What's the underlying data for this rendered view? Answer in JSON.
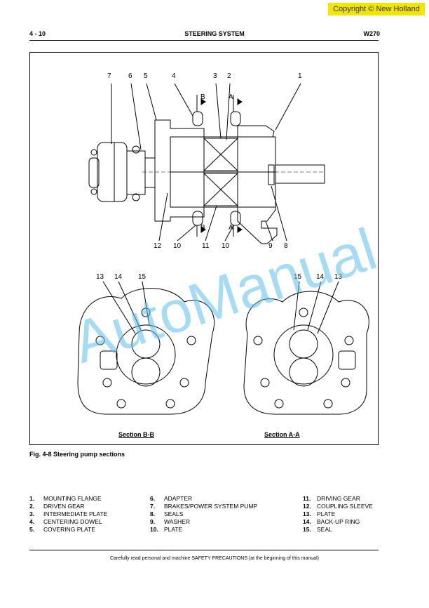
{
  "copyright": "Copyright © New Holland",
  "header": {
    "page": "4 - 10",
    "title": "STEERING SYSTEM",
    "model": "W270"
  },
  "figure": {
    "callouts_top": [
      "7",
      "6",
      "5",
      "4",
      "3",
      "2",
      "1"
    ],
    "callouts_bottom": [
      "12",
      "10",
      "11",
      "10",
      "9",
      "8"
    ],
    "section_markers": [
      "B",
      "A",
      "B",
      "A"
    ],
    "section_left": {
      "title": "Section B-B",
      "callouts": [
        "13",
        "14",
        "15"
      ]
    },
    "section_right": {
      "title": "Section A-A",
      "callouts": [
        "15",
        "14",
        "13"
      ]
    }
  },
  "caption": "Fig. 4-8   Steering pump sections",
  "legend": {
    "col1": [
      {
        "num": "1.",
        "label": "MOUNTING FLANGE"
      },
      {
        "num": "2.",
        "label": "DRIVEN GEAR"
      },
      {
        "num": "3.",
        "label": "INTERMEDIATE PLATE"
      },
      {
        "num": "4.",
        "label": "CENTERING DOWEL"
      },
      {
        "num": "5.",
        "label": "COVERING PLATE"
      }
    ],
    "col2": [
      {
        "num": "6.",
        "label": "ADAPTER"
      },
      {
        "num": "7.",
        "label": "BRAKES/POWER SYSTEM PUMP"
      },
      {
        "num": "8.",
        "label": "SEALS"
      },
      {
        "num": "9.",
        "label": "WASHER"
      },
      {
        "num": "10.",
        "label": "PLATE"
      }
    ],
    "col3": [
      {
        "num": "11.",
        "label": "DRIVING GEAR"
      },
      {
        "num": "12.",
        "label": "COUPLING SLEEVE"
      },
      {
        "num": "13.",
        "label": "PLATE"
      },
      {
        "num": "14.",
        "label": "BACK-UP RING"
      },
      {
        "num": "15.",
        "label": "SEAL"
      }
    ]
  },
  "footer": "Carefully read personal and machine SAFETY PRECAUTIONS (at the beginning of this manual)",
  "watermark": "AutoManual"
}
